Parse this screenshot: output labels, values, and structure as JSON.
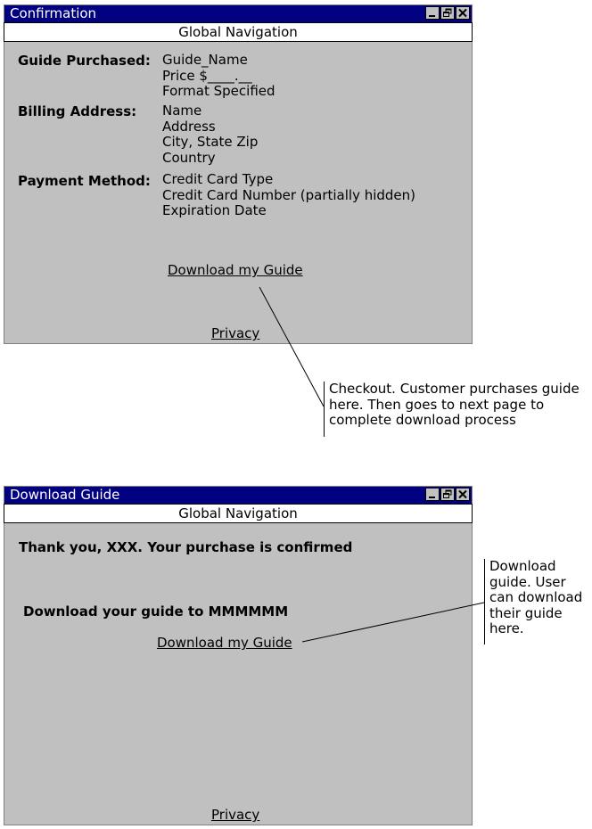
{
  "confirmation": {
    "title": "Confirmation",
    "global_nav": "Global Navigation",
    "guide_label": "Guide Purchased:",
    "guide_lines": [
      "Guide_Name",
      "Price $____.__",
      "Format Specified"
    ],
    "billing_label": "Billing Address:",
    "billing_lines": [
      "Name",
      "Address",
      "City, State Zip",
      "Country"
    ],
    "payment_label": "Payment Method:",
    "payment_lines": [
      "Credit Card Type",
      "Credit Card Number (partially hidden)",
      "Expiration Date"
    ],
    "download_link": "Download my Guide",
    "privacy_link": "Privacy"
  },
  "download": {
    "title": "Download Guide",
    "global_nav": "Global Navigation",
    "thanks": "Thank you, XXX. Your purchase is confirmed",
    "download_to": "Download your guide to MMMMMM",
    "download_link": "Download my Guide",
    "privacy_link": "Privacy"
  },
  "annotations": {
    "checkout": [
      "Checkout. Customer purchases guide",
      "here. Then goes to next page to",
      "complete download process"
    ],
    "download": [
      "Download",
      "guide. User",
      "can download",
      "their guide",
      "here."
    ]
  }
}
